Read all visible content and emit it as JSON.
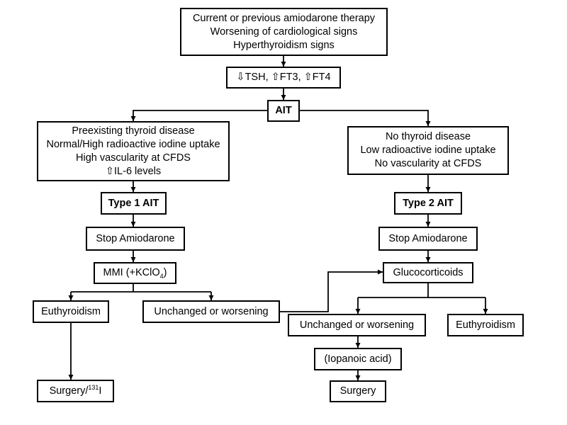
{
  "diagram": {
    "start": {
      "line1": "Current or previous amiodarone therapy",
      "line2": "Worsening of cardiological signs",
      "line3": "Hyperthyroidism signs"
    },
    "labs": {
      "tsh_arrow": "⇩",
      "tsh_text": "TSH, ",
      "ft3_arrow": "⇧",
      "ft3_text": "FT3, ",
      "ft4_arrow": "⇧",
      "ft4_text": "FT4"
    },
    "ait": "AIT",
    "type1_criteria": {
      "line1": "Preexisting thyroid disease",
      "line2": "Normal/High radioactive iodine uptake",
      "line3": "High vascularity at CFDS",
      "line4_arrow": "⇧",
      "line4_text": "IL-6 levels"
    },
    "type2_criteria": {
      "line1": "No thyroid disease",
      "line2": "Low radioactive iodine uptake",
      "line3": "No vascularity at CFDS"
    },
    "type1_label": "Type 1 AIT",
    "type2_label": "Type 2 AIT",
    "stop_amiodarone_left": "Stop Amiodarone",
    "stop_amiodarone_right": "Stop Amiodarone",
    "mmi": {
      "text": "MMI (+KClO",
      "subscript": "4",
      "close": ")"
    },
    "glucocorticoids": "Glucocorticoids",
    "euthyroidism_left": "Euthyroidism",
    "unchanged_left": "Unchanged or worsening",
    "unchanged_right": "Unchanged or worsening",
    "euthyroidism_right": "Euthyroidism",
    "surgery_left": {
      "text": "Surgery/",
      "superscript": "131",
      "after": "I"
    },
    "iopanoic": "(Iopanoic acid)",
    "surgery_right": "Surgery"
  }
}
